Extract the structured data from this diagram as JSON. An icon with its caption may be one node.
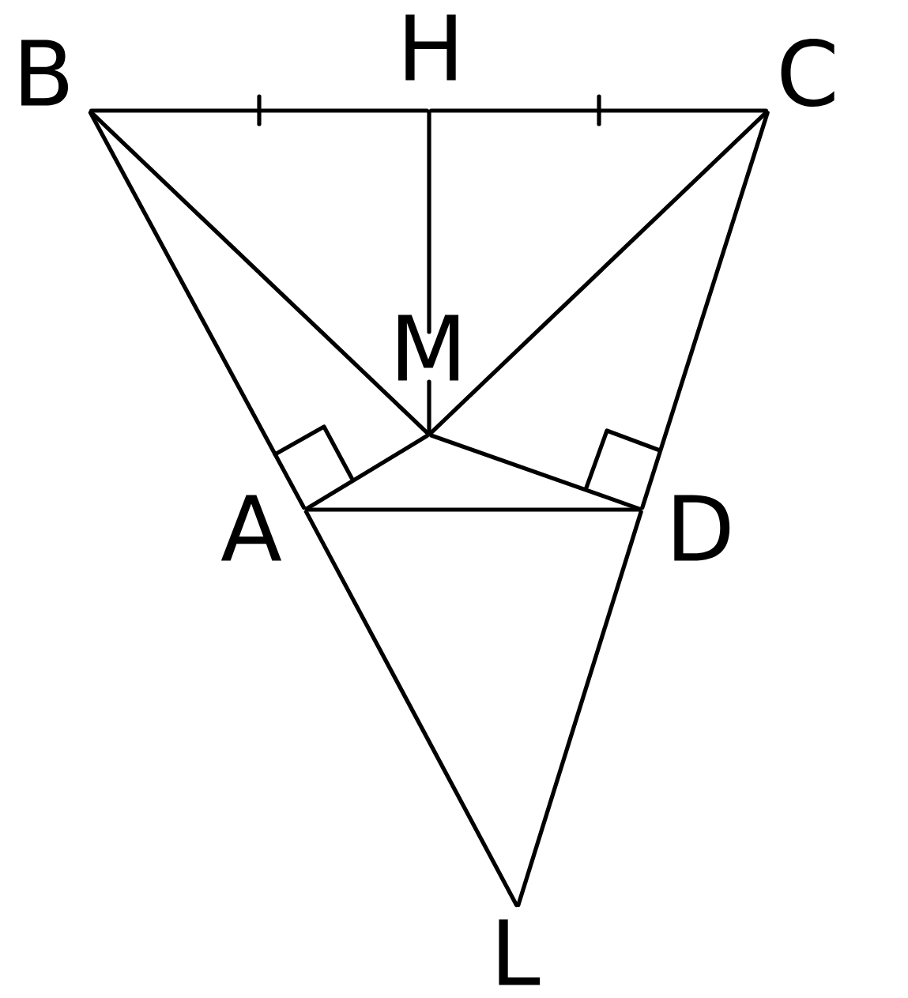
{
  "diagram": {
    "nodes": [
      {
        "text": [
          "B"
        ]
      },
      {
        "text": [
          "H"
        ]
      },
      {
        "text": [
          "C"
        ]
      },
      {
        "text": [
          "M"
        ]
      },
      {
        "text": [
          "A"
        ]
      },
      {
        "text": [
          "D"
        ]
      },
      {
        "text": [
          "L"
        ]
      }
    ],
    "edges": [
      {
        "from": 0,
        "to": 1,
        "arrow": "none"
      },
      {
        "from": 1,
        "to": 2,
        "arrow": "none"
      },
      {
        "from": 1,
        "to": 3,
        "arrow": "none"
      },
      {
        "from": 0,
        "to": 3,
        "arrow": "none"
      },
      {
        "from": 2,
        "to": 3,
        "arrow": "none"
      },
      {
        "from": 0,
        "to": 4,
        "arrow": "none"
      },
      {
        "from": 4,
        "to": 6,
        "arrow": "none"
      },
      {
        "from": 2,
        "to": 5,
        "arrow": "none"
      },
      {
        "from": 5,
        "to": 6,
        "arrow": "none"
      },
      {
        "from": 4,
        "to": 3,
        "arrow": "none"
      },
      {
        "from": 3,
        "to": 5,
        "arrow": "none"
      },
      {
        "from": 4,
        "to": 5,
        "arrow": "none"
      }
    ]
  }
}
